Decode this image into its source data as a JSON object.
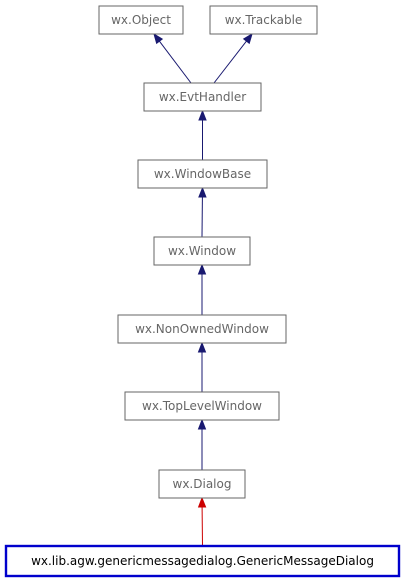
{
  "diagram": {
    "nodes": [
      {
        "id": "object",
        "label": "wx.Object"
      },
      {
        "id": "trackable",
        "label": "wx.Trackable"
      },
      {
        "id": "evthandler",
        "label": "wx.EvtHandler"
      },
      {
        "id": "windowbase",
        "label": "wx.WindowBase"
      },
      {
        "id": "window",
        "label": "wx.Window"
      },
      {
        "id": "nonownedwindow",
        "label": "wx.NonOwnedWindow"
      },
      {
        "id": "toplevelwindow",
        "label": "wx.TopLevelWindow"
      },
      {
        "id": "dialog",
        "label": "wx.Dialog"
      },
      {
        "id": "genericmessagedialog",
        "label": "wx.lib.agw.genericmessagedialog.GenericMessageDialog",
        "highlight": true
      }
    ],
    "edges": [
      {
        "from": "evthandler",
        "to": "object"
      },
      {
        "from": "evthandler",
        "to": "trackable"
      },
      {
        "from": "windowbase",
        "to": "evthandler"
      },
      {
        "from": "window",
        "to": "windowbase"
      },
      {
        "from": "nonownedwindow",
        "to": "window"
      },
      {
        "from": "toplevelwindow",
        "to": "nonownedwindow"
      },
      {
        "from": "dialog",
        "to": "toplevelwindow"
      },
      {
        "from": "genericmessagedialog",
        "to": "dialog",
        "color": "#cc0000"
      }
    ],
    "colors": {
      "node_border": "#666666",
      "node_text": "#666666",
      "edge": "#191970",
      "highlight_edge": "#cc0000",
      "highlight_border": "#0000cc"
    }
  }
}
